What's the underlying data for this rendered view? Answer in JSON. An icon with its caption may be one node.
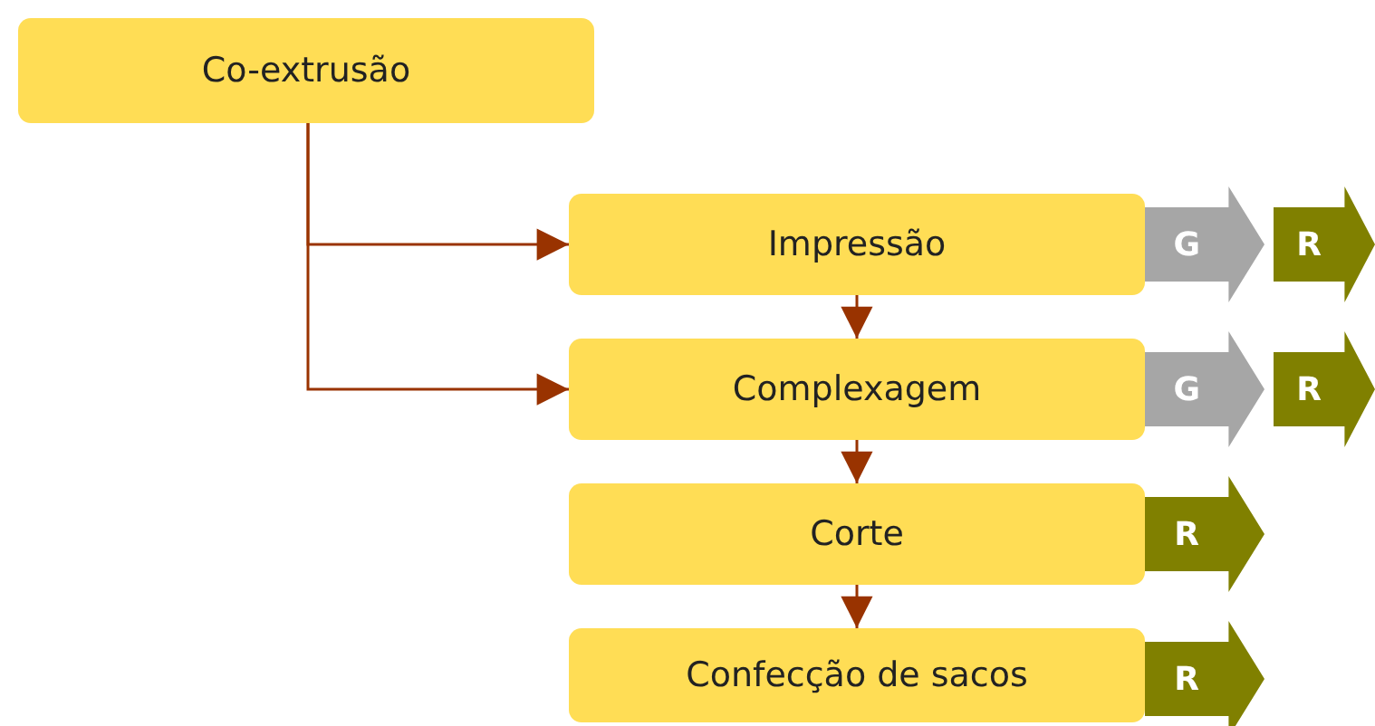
{
  "diagram": {
    "nodes": [
      {
        "text": [
          "Co-extrusão"
        ]
      },
      {
        "text": [
          "Impressão"
        ]
      },
      {
        "text": [
          "Complexagem"
        ]
      },
      {
        "text": [
          "Corte"
        ]
      },
      {
        "text": [
          "Confecção de sacos"
        ]
      },
      {
        "text": [
          "G"
        ]
      },
      {
        "text": [
          "R"
        ]
      },
      {
        "text": [
          "G"
        ]
      },
      {
        "text": [
          "R"
        ]
      },
      {
        "text": [
          "R"
        ]
      },
      {
        "text": [
          "R"
        ]
      }
    ],
    "edges": [
      {
        "from": 0,
        "to": 1,
        "arrow": "to"
      },
      {
        "from": 0,
        "to": 2,
        "arrow": "to"
      },
      {
        "from": 1,
        "to": 2,
        "arrow": "to"
      },
      {
        "from": 2,
        "to": 3,
        "arrow": "to"
      },
      {
        "from": 3,
        "to": 4,
        "arrow": "to"
      }
    ]
  }
}
